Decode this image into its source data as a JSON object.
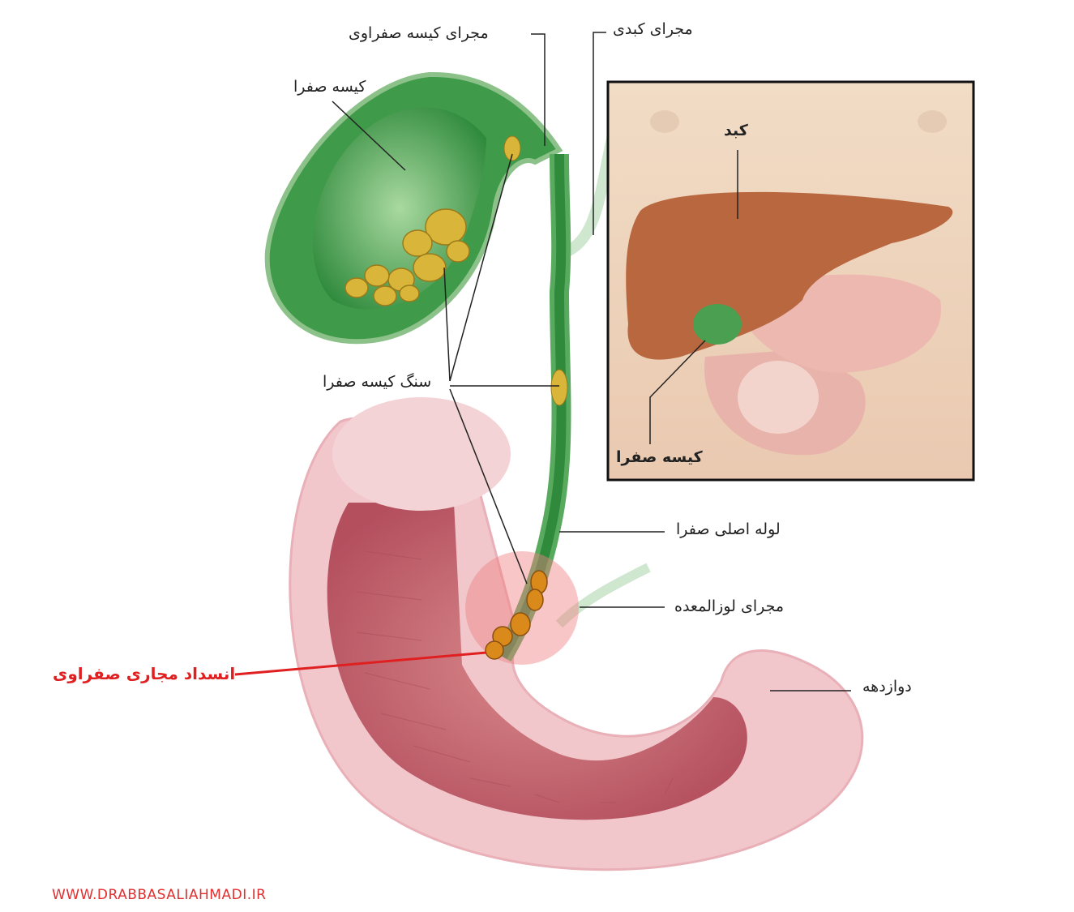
{
  "labels": {
    "cystic_duct": "مجرای کیسه صفراوی",
    "hepatic_duct": "مجرای کبدی",
    "gallbladder": "کیسه صفرا",
    "gallstones": "سنگ کیسه صفرا",
    "common_bile_duct": "لوله اصلی صفرا",
    "pancreatic_duct": "مجرای لوزالمعده",
    "bile_duct_obstruction": "انسداد مجاری صفراوی",
    "duodenum": "دوازدهه"
  },
  "inset": {
    "liver": "کبد",
    "gallbladder": "کیسه صفرا"
  },
  "watermark": "WWW.DRABBASALIAHMADI.IR",
  "colors": {
    "highlight": "#e02020",
    "bile_green": "#3f9a4a",
    "stone": "#d9b63a",
    "duodenum": "#e8a7b0",
    "liver": "#b8673f"
  }
}
